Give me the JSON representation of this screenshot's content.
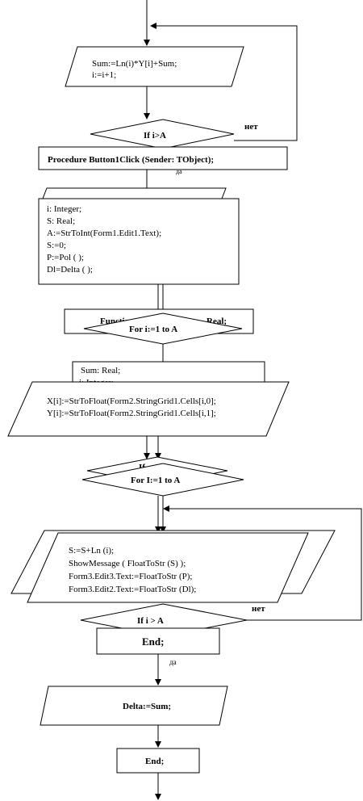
{
  "colors": {
    "stroke": "#000000",
    "fill": "#ffffff"
  },
  "block1": {
    "line1": "Sum:=Ln(i)*Y[i]+Sum;",
    "line2": "i:=i+1;"
  },
  "cond1": {
    "text": "If i>A",
    "yes": "да",
    "no": "нет"
  },
  "proc": {
    "text": "Procedure Button1Click (Sender: TObject);"
  },
  "decl": {
    "lines": [
      "i: Integer;",
      "S: Real;",
      "A:=StrToInt(Form1.Edit1.Text);",
      "S:=0;",
      "P:=Pol ( );",
      "Dl=Delta ( );"
    ]
  },
  "func": {
    "text": "Function",
    "text2": "Real;"
  },
  "loop1": {
    "text": "For   i:=1  to A"
  },
  "vars": {
    "line1": "Sum: Real;",
    "line2": "i: Integer;"
  },
  "assign": {
    "line1": "X[i]:=StrToFloat(Form2.StringGrid1.Cells[i,0];",
    "line2": "Y[i]:=StrToFloat(Form2.StringGrid1.Cells[i,1];"
  },
  "loop2": {
    "text": "For I:=1  to A",
    "behind": "If"
  },
  "output": {
    "lines": [
      "S:=S+Ln (i);",
      "ShowMessage ( FloatToStr  (S) );",
      "Form3.Edit3.Text:=FloatToStr  (P);",
      "Form3.Edit2.Text:=FloatToStr  (Dl);"
    ]
  },
  "cond2": {
    "text": "If  i > A",
    "yes": "да",
    "no": "нет"
  },
  "end1": {
    "text": "End;"
  },
  "delta": {
    "text": "Delta:=Sum;"
  },
  "end2": {
    "text": "End;"
  }
}
